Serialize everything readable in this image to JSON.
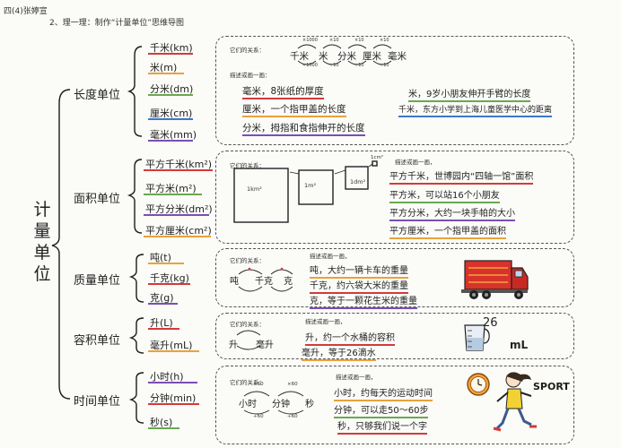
{
  "header": {
    "author": "四(4)张婷宣",
    "title": "2、理一理：制作“计量单位”思维导图"
  },
  "root": "计量单位",
  "labels": {
    "relation": "它们的关系：",
    "describe_dash": "描述或画一画：",
    "describe_comma": "描述或画一画，"
  },
  "length": {
    "title": "长度单位",
    "units": [
      "千米(km)",
      "米(m)",
      "分米(dm)",
      "厘米(cm)",
      "毫米(mm)"
    ],
    "chain": [
      "千米",
      "米",
      "分米",
      "厘米",
      "毫米"
    ],
    "mul_x1000": "×1000",
    "mul_x10": "×10",
    "div_1000": "÷1000",
    "div_10": "÷10",
    "desc": [
      "毫米，8张纸的厚度",
      "厘米，一个指甲盖的长度",
      "分米，拇指和食指伸开的长度",
      "米，9岁小朋友伸开手臂的长度",
      "千米，东方小学到上海儿童医学中心的距离"
    ]
  },
  "area": {
    "title": "面积单位",
    "units": [
      "平方千米(km²)",
      "平方米(m²)",
      "平方分米(dm²)",
      "平方厘米(cm²)"
    ],
    "squares": [
      "1km²",
      "1m²",
      "1dm²",
      "1cm²"
    ],
    "desc": [
      "平方千米，世博园内“四轴一馆”面积",
      "平方米，可以站16个小朋友",
      "平方分米，大约一块手帕的大小",
      "平方厘米，一个指甲盖的面积"
    ]
  },
  "mass": {
    "title": "质量单位",
    "units": [
      "吨(t)",
      "千克(kg)",
      "克(g)"
    ],
    "chain": [
      "吨",
      "千克",
      "克"
    ],
    "desc": [
      "吨，大约一辆卡车的重量",
      "千克，约六袋大米的重量",
      "克，等于一颗花生米的重量"
    ]
  },
  "volume": {
    "title": "容积单位",
    "units": [
      "升(L)",
      "毫升(mL)"
    ],
    "chain": [
      "升",
      "毫升"
    ],
    "desc": [
      "升，约一个水桶的容积",
      "毫升，等于26滴水"
    ],
    "cup_value": "26",
    "cup_unit": "mL"
  },
  "time": {
    "title": "时间单位",
    "units": [
      "小时(h)",
      "分钟(min)",
      "秒(s)"
    ],
    "chain": [
      "小时",
      "分钟",
      "秒"
    ],
    "mul_x60": "×60",
    "div_60": "÷60",
    "desc": [
      "小时，约每天的运动时间",
      "分钟，可以走50～60步",
      "秒，只够我们说一个字"
    ],
    "sport": "SPORT"
  },
  "colors": {
    "orange": "#e9a23b",
    "red": "#d23b3b",
    "purple": "#7b4fb3",
    "green": "#6aa84f",
    "blue": "#3d78c6",
    "truck_red": "#d9322b"
  }
}
